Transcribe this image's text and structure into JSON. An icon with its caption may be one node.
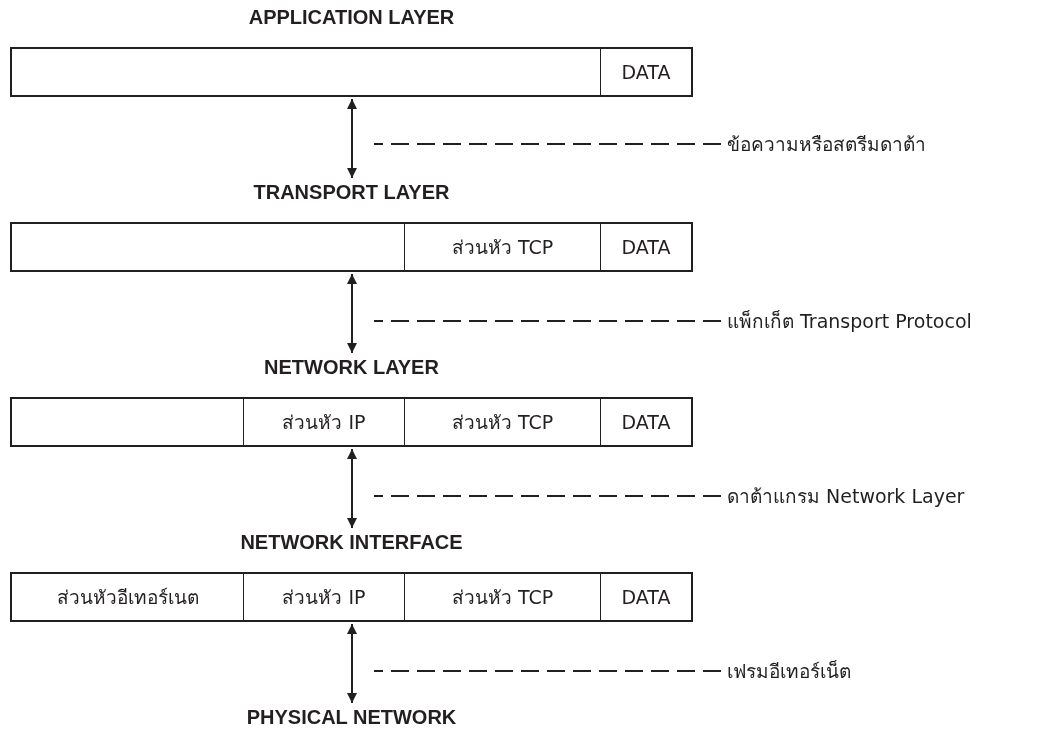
{
  "diagram": {
    "nodes": [
      {
        "text": [
          "APPLICATION LAYER"
        ]
      },
      {
        "text": [
          "DATA"
        ],
        "in": 0
      },
      {
        "text": [
          "TRANSPORT LAYER"
        ]
      },
      {
        "text": [
          "ส่วนหัว TCP"
        ],
        "in": 2
      },
      {
        "text": [
          "DATA"
        ],
        "in": 2
      },
      {
        "text": [
          "NETWORK LAYER"
        ]
      },
      {
        "text": [
          "ส่วนหัว IP"
        ],
        "in": 5
      },
      {
        "text": [
          "ส่วนหัว TCP"
        ],
        "in": 5
      },
      {
        "text": [
          "DATA"
        ],
        "in": 5
      },
      {
        "text": [
          "NETWORK INTERFACE"
        ]
      },
      {
        "text": [
          "ส่วนหัวอีเทอร์เนต"
        ],
        "in": 9
      },
      {
        "text": [
          "ส่วนหัว IP"
        ],
        "in": 9
      },
      {
        "text": [
          "ส่วนหัว TCP"
        ],
        "in": 9
      },
      {
        "text": [
          "DATA"
        ],
        "in": 9
      },
      {
        "text": [
          "PHYSICAL NETWORK"
        ]
      },
      {
        "text": [
          "ข้อความหรือสตรีมดาต้า"
        ]
      },
      {
        "text": [
          "แพ็กเก็ต Transport Protocol"
        ]
      },
      {
        "text": [
          "ดาต้าแกรม Network Layer"
        ]
      },
      {
        "text": [
          "เฟรมอีเทอร์เน็ต"
        ]
      }
    ],
    "edges": [
      {
        "from": 0,
        "to": 2,
        "arrow": "both"
      },
      {
        "from": 2,
        "to": 5,
        "arrow": "both"
      },
      {
        "from": 5,
        "to": 9,
        "arrow": "both"
      },
      {
        "from": 9,
        "to": 14,
        "arrow": "both"
      },
      {
        "from": 15,
        "to": null,
        "arrow": "none",
        "style": "dashed"
      },
      {
        "from": 16,
        "to": null,
        "arrow": "none",
        "style": "dashed"
      },
      {
        "from": 17,
        "to": null,
        "arrow": "none",
        "style": "dashed"
      },
      {
        "from": 18,
        "to": null,
        "arrow": "none",
        "style": "dashed"
      }
    ]
  }
}
